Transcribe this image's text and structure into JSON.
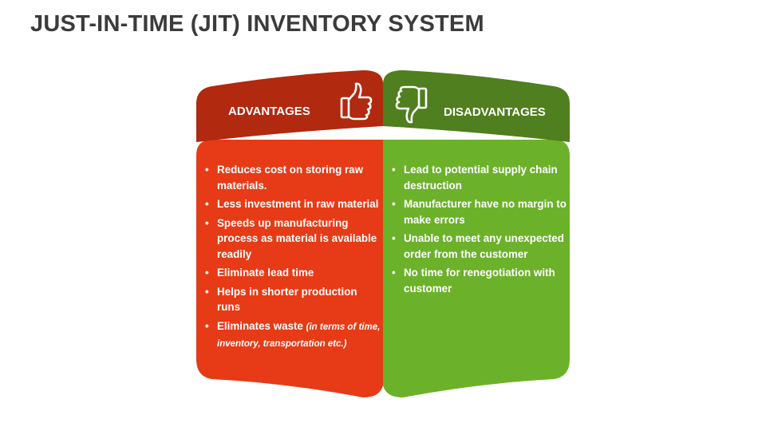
{
  "title": "JUST-IN-TIME (JIT) INVENTORY SYSTEM",
  "colors": {
    "advantages_header": "#b1290f",
    "advantages_body": "#e63b16",
    "disadvantages_header": "#4f7f1e",
    "disadvantages_body": "#6cb12a"
  },
  "advantages": {
    "heading": "ADVANTAGES",
    "icon": "thumbs-up-icon",
    "items": [
      {
        "text": "Reduces cost on storing raw materials.",
        "note": ""
      },
      {
        "text": "Less investment in raw material",
        "note": ""
      },
      {
        "text": "Speeds up manufacturing process as material is available readily",
        "note": ""
      },
      {
        "text": "Eliminate lead time",
        "note": ""
      },
      {
        "text": "Helps in shorter production runs",
        "note": ""
      },
      {
        "text": "Eliminates waste",
        "note": "(in terms of time, inventory, transportation etc.)"
      }
    ]
  },
  "disadvantages": {
    "heading": "DISADVANTAGES",
    "icon": "thumbs-down-icon",
    "items": [
      {
        "text": "Lead to potential supply chain destruction"
      },
      {
        "text": "Manufacturer have no margin to make errors"
      },
      {
        "text": "Unable to meet any unexpected order from the customer"
      },
      {
        "text": "No time for renegotiation with customer"
      }
    ]
  }
}
